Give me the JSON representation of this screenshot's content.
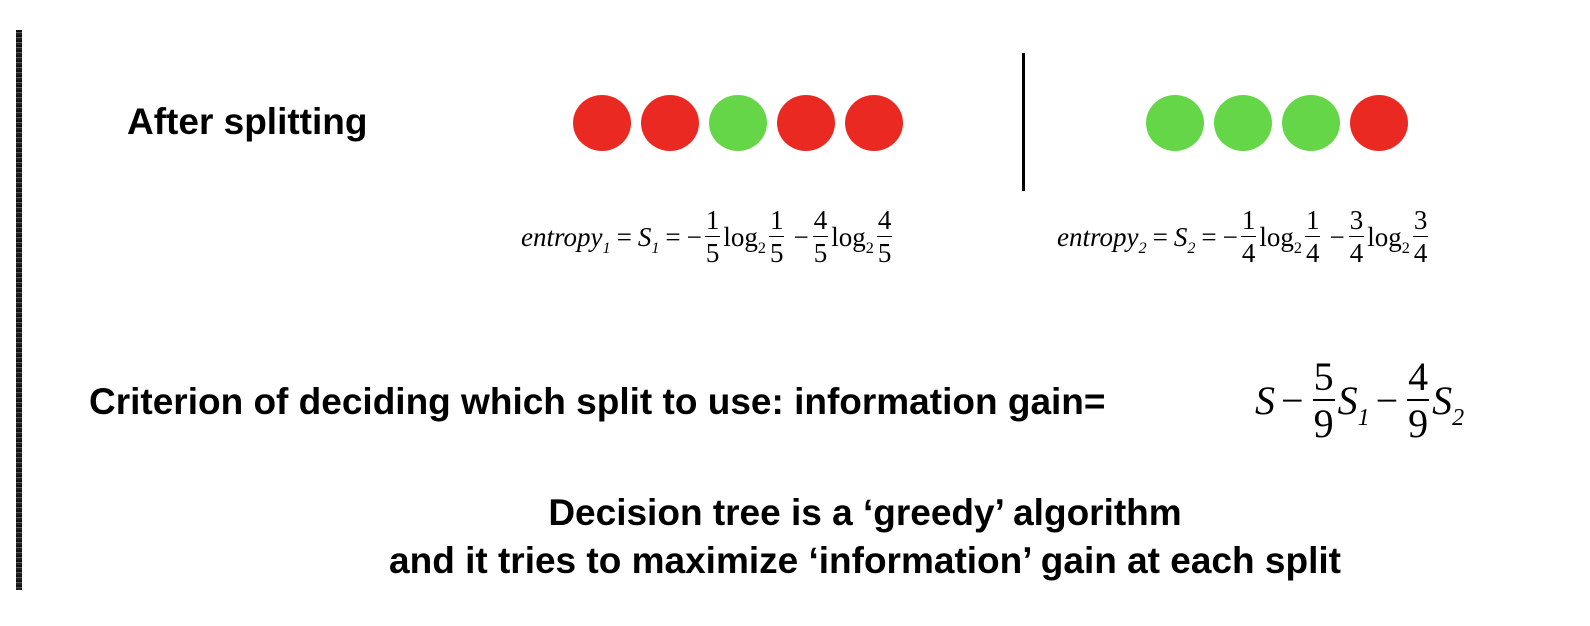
{
  "heading": "After splitting",
  "colors": {
    "red": "#ea2a22",
    "green": "#64d647"
  },
  "groups": {
    "left": {
      "dots": [
        "red",
        "red",
        "green",
        "red",
        "red"
      ]
    },
    "right": {
      "dots": [
        "green",
        "green",
        "green",
        "red"
      ]
    }
  },
  "entropy_left": {
    "name": "entropy",
    "sub": "1",
    "s": "S",
    "s_sub": "1",
    "eq": "=",
    "minus": "−",
    "log": "log",
    "log_sub": "2",
    "f1_num": "1",
    "f1_den": "5",
    "f2_num": "1",
    "f2_den": "5",
    "f3_num": "4",
    "f3_den": "5",
    "f4_num": "4",
    "f4_den": "5"
  },
  "entropy_right": {
    "name": "entropy",
    "sub": "2",
    "s": "S",
    "s_sub": "2",
    "eq": "=",
    "minus": "−",
    "log": "log",
    "log_sub": "2",
    "f1_num": "1",
    "f1_den": "4",
    "f2_num": "1",
    "f2_den": "4",
    "f3_num": "3",
    "f3_den": "4",
    "f4_num": "3",
    "f4_den": "4"
  },
  "criterion_text": "Criterion of deciding which split to use: information gain=",
  "gain_formula": {
    "s": "S",
    "minus": "−",
    "f1_num": "5",
    "f1_den": "9",
    "s1": "S",
    "s1_sub": "1",
    "f2_num": "4",
    "f2_den": "9",
    "s2": "S",
    "s2_sub": "2"
  },
  "footer": {
    "line1": "Decision tree is a ‘greedy’ algorithm",
    "line2": "and it tries to maximize ‘information’ gain at each split"
  }
}
